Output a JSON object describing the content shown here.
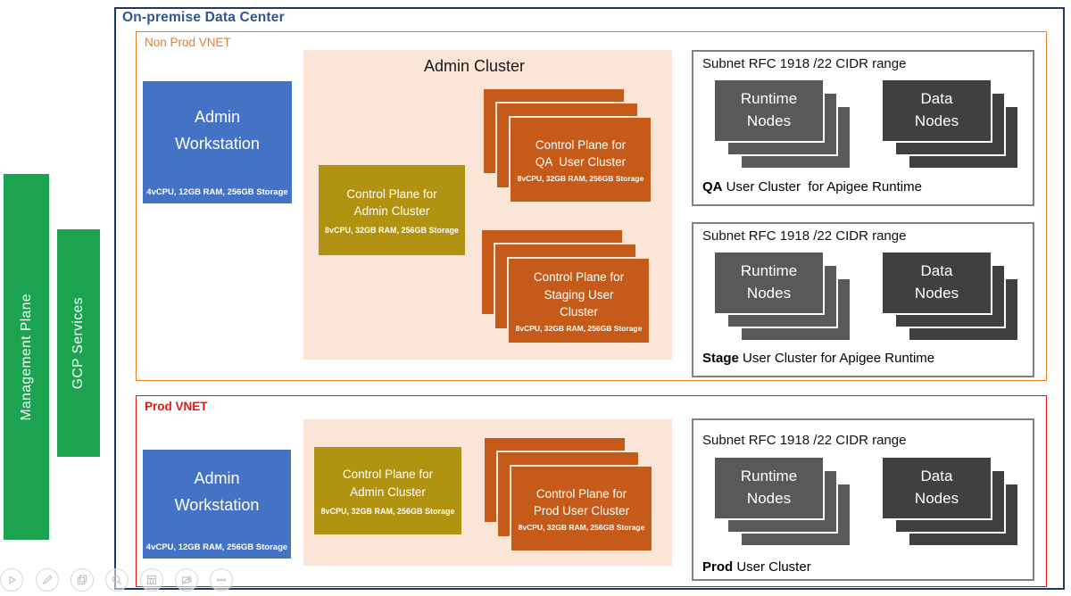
{
  "diagram": {
    "title": "On-premise Data Center"
  },
  "side_bars": {
    "management_plane": "Management Plane",
    "gcp_services": "GCP Services"
  },
  "non_prod_vnet": {
    "label": "Non Prod VNET",
    "admin_workstation": {
      "title": "Admin Workstation",
      "spec": "4vCPU, 12GB RAM, 256GB Storage"
    },
    "admin_cluster": {
      "title": "Admin Cluster",
      "cp_admin": {
        "line1": "Control Plane for",
        "line2": "Admin Cluster",
        "spec": "8vCPU, 32GB RAM, 256GB Storage"
      },
      "cp_qa": {
        "line1": "Control Plane for",
        "line2": "QA  User Cluster",
        "spec": "8vCPU, 32GB RAM, 256GB Storage"
      },
      "cp_staging": {
        "line1": "Control Plane for",
        "line2": "Staging User Cluster",
        "spec": "8vCPU, 32GB RAM, 256GB Storage"
      }
    },
    "qa_subnet": {
      "title": "Subnet RFC 1918 /22 CIDR range",
      "runtime_nodes": "Runtime Nodes",
      "data_nodes": "Data Nodes",
      "caption_bold": "QA",
      "caption_rest": " User Cluster  for Apigee Runtime"
    },
    "stage_subnet": {
      "title": "Subnet RFC 1918 /22 CIDR range",
      "runtime_nodes": "Runtime Nodes",
      "data_nodes": "Data Nodes",
      "caption_bold": "Stage",
      "caption_rest": " User Cluster for Apigee Runtime"
    }
  },
  "prod_vnet": {
    "label": "Prod VNET",
    "admin_workstation": {
      "title": "Admin Workstation",
      "spec": "4vCPU, 12GB RAM, 256GB Storage"
    },
    "cp_admin": {
      "line1": "Control Plane for",
      "line2": "Admin Cluster",
      "spec": "8vCPU, 32GB RAM, 256GB Storage"
    },
    "cp_prod": {
      "line1": "Control Plane for",
      "line2": "Prod User Cluster",
      "spec": "8vCPU, 32GB RAM, 256GB Storage"
    },
    "prod_subnet": {
      "title": "Subnet RFC 1918 /22 CIDR range",
      "runtime_nodes": "Runtime Nodes",
      "data_nodes": "Data Nodes",
      "caption_bold": "Prod",
      "caption_rest": " User Cluster"
    }
  },
  "toolbar": {
    "icons": [
      "play-icon",
      "pencil-icon",
      "copy-icon",
      "zoom-icon",
      "grid-icon",
      "video-off-icon",
      "more-icon"
    ]
  },
  "colors": {
    "green": "#1CA34F",
    "blue": "#4472C4",
    "gold": "#B29211",
    "orange": "#C65A18",
    "peach": "#FBE5D6",
    "runtime_gray": "#595959",
    "data_gray": "#404040",
    "outer_border": "#1F3864",
    "title_blue": "#2F5496",
    "nonprod_border": "#E57E2B",
    "prod_border": "#ED1111",
    "subnet_border": "#808080"
  }
}
